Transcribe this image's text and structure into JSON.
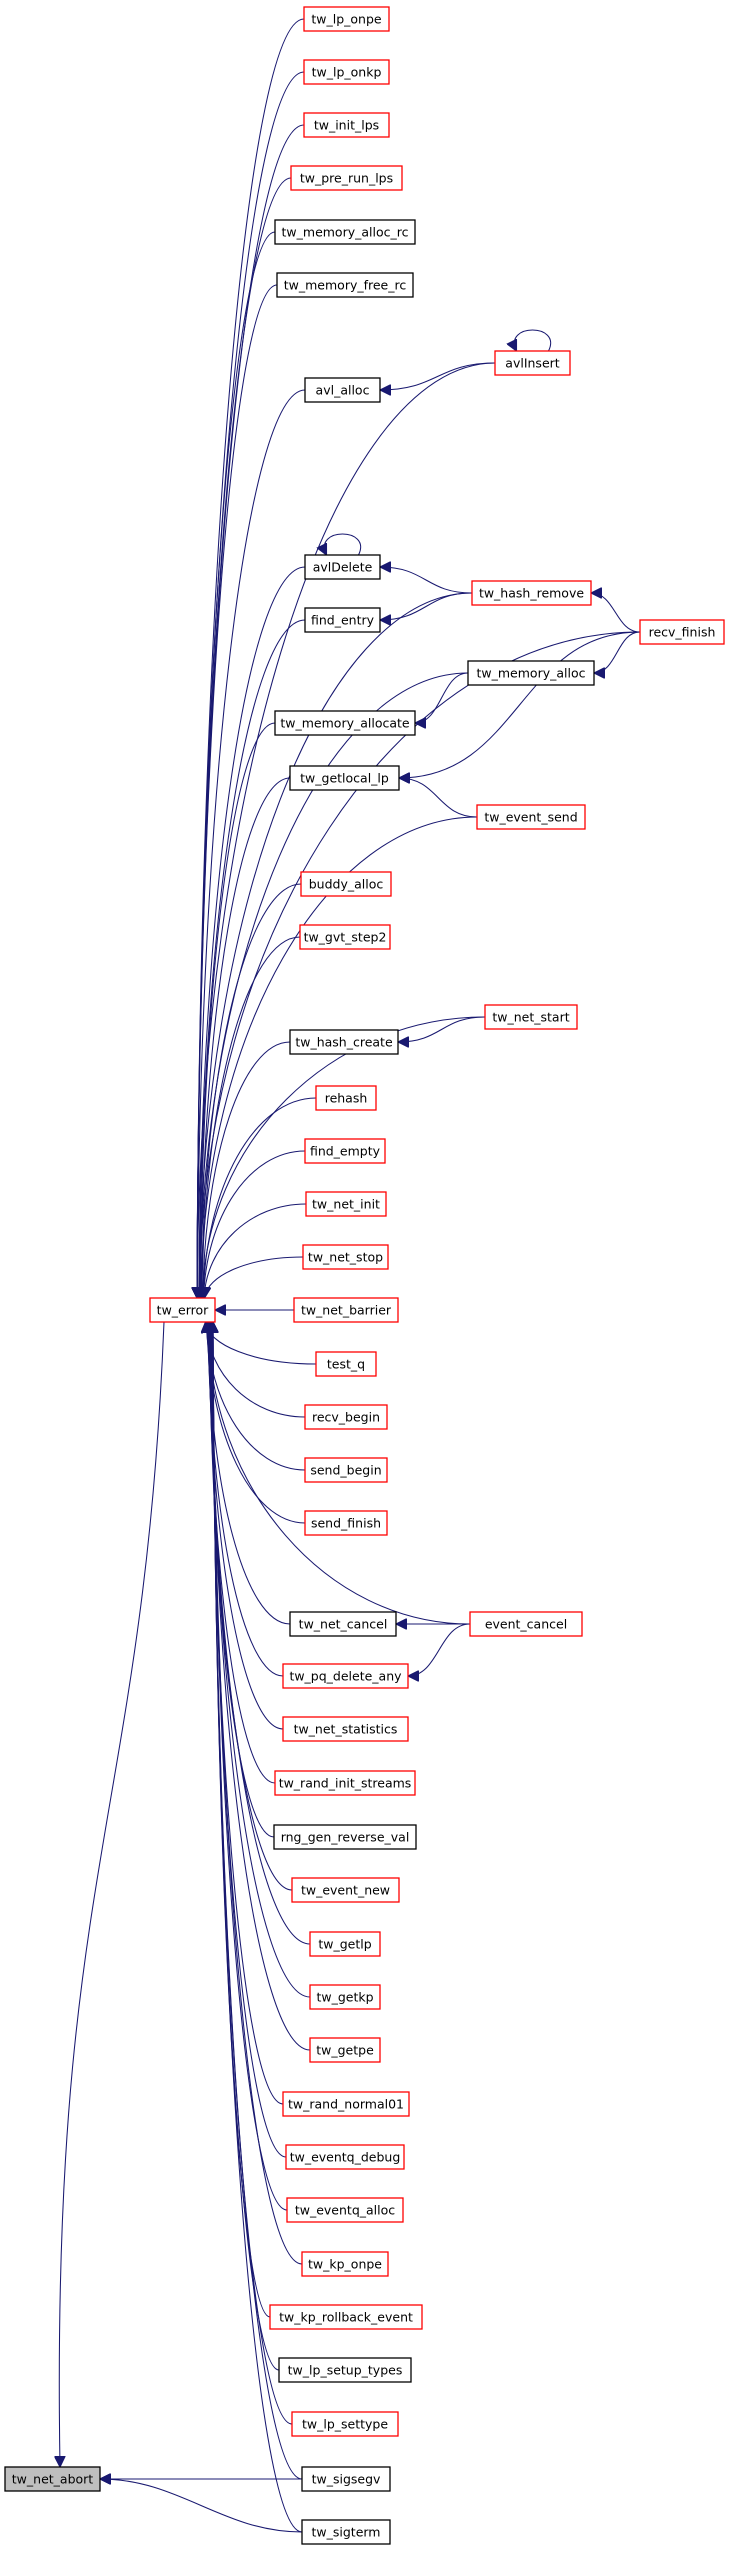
{
  "colors": {
    "edge": "#191970",
    "documented_border": "#000000",
    "undocumented_border": "#ff0000",
    "root_fill": "#bfbfbf",
    "node_fill": "#ffffff"
  },
  "graph": {
    "nodes": [
      {
        "id": "tw_lp_onpe",
        "label": "tw_lp_onpe",
        "style": "red"
      },
      {
        "id": "tw_lp_onkp",
        "label": "tw_lp_onkp",
        "style": "red"
      },
      {
        "id": "tw_init_lps",
        "label": "tw_init_lps",
        "style": "red"
      },
      {
        "id": "tw_pre_run_lps",
        "label": "tw_pre_run_lps",
        "style": "red"
      },
      {
        "id": "tw_memory_alloc_rc",
        "label": "tw_memory_alloc_rc",
        "style": "black"
      },
      {
        "id": "tw_memory_free_rc",
        "label": "tw_memory_free_rc",
        "style": "black"
      },
      {
        "id": "avlInsert",
        "label": "avlInsert",
        "style": "red"
      },
      {
        "id": "avl_alloc",
        "label": "avl_alloc",
        "style": "black"
      },
      {
        "id": "avlDelete",
        "label": "avlDelete",
        "style": "black"
      },
      {
        "id": "tw_hash_remove",
        "label": "tw_hash_remove",
        "style": "red"
      },
      {
        "id": "recv_finish",
        "label": "recv_finish",
        "style": "red"
      },
      {
        "id": "find_entry",
        "label": "find_entry",
        "style": "black"
      },
      {
        "id": "tw_memory_alloc",
        "label": "tw_memory_alloc",
        "style": "black"
      },
      {
        "id": "tw_memory_allocate",
        "label": "tw_memory_allocate",
        "style": "black"
      },
      {
        "id": "tw_getlocal_lp",
        "label": "tw_getlocal_lp",
        "style": "black"
      },
      {
        "id": "tw_event_send",
        "label": "tw_event_send",
        "style": "red"
      },
      {
        "id": "buddy_alloc",
        "label": "buddy_alloc",
        "style": "red"
      },
      {
        "id": "tw_gvt_step2",
        "label": "tw_gvt_step2",
        "style": "red"
      },
      {
        "id": "tw_net_start",
        "label": "tw_net_start",
        "style": "red"
      },
      {
        "id": "tw_hash_create",
        "label": "tw_hash_create",
        "style": "black"
      },
      {
        "id": "rehash",
        "label": "rehash",
        "style": "red"
      },
      {
        "id": "find_empty",
        "label": "find_empty",
        "style": "red"
      },
      {
        "id": "tw_net_init",
        "label": "tw_net_init",
        "style": "red"
      },
      {
        "id": "tw_net_stop",
        "label": "tw_net_stop",
        "style": "red"
      },
      {
        "id": "tw_error",
        "label": "tw_error",
        "style": "red"
      },
      {
        "id": "tw_net_barrier",
        "label": "tw_net_barrier",
        "style": "red"
      },
      {
        "id": "test_q",
        "label": "test_q",
        "style": "red"
      },
      {
        "id": "recv_begin",
        "label": "recv_begin",
        "style": "red"
      },
      {
        "id": "send_begin",
        "label": "send_begin",
        "style": "red"
      },
      {
        "id": "send_finish",
        "label": "send_finish",
        "style": "red"
      },
      {
        "id": "tw_net_cancel",
        "label": "tw_net_cancel",
        "style": "black"
      },
      {
        "id": "event_cancel",
        "label": "event_cancel",
        "style": "red"
      },
      {
        "id": "tw_pq_delete_any",
        "label": "tw_pq_delete_any",
        "style": "red"
      },
      {
        "id": "tw_net_statistics",
        "label": "tw_net_statistics",
        "style": "red"
      },
      {
        "id": "tw_rand_init_streams",
        "label": "tw_rand_init_streams",
        "style": "red"
      },
      {
        "id": "rng_gen_reverse_val",
        "label": "rng_gen_reverse_val",
        "style": "black"
      },
      {
        "id": "tw_event_new",
        "label": "tw_event_new",
        "style": "red"
      },
      {
        "id": "tw_getlp",
        "label": "tw_getlp",
        "style": "red"
      },
      {
        "id": "tw_getkp",
        "label": "tw_getkp",
        "style": "red"
      },
      {
        "id": "tw_getpe",
        "label": "tw_getpe",
        "style": "red"
      },
      {
        "id": "tw_rand_normal01",
        "label": "tw_rand_normal01",
        "style": "red"
      },
      {
        "id": "tw_eventq_debug",
        "label": "tw_eventq_debug",
        "style": "red"
      },
      {
        "id": "tw_eventq_alloc",
        "label": "tw_eventq_alloc",
        "style": "red"
      },
      {
        "id": "tw_kp_onpe",
        "label": "tw_kp_onpe",
        "style": "red"
      },
      {
        "id": "tw_kp_rollback_event",
        "label": "tw_kp_rollback_event",
        "style": "red"
      },
      {
        "id": "tw_lp_setup_types",
        "label": "tw_lp_setup_types",
        "style": "black"
      },
      {
        "id": "tw_lp_settype",
        "label": "tw_lp_settype",
        "style": "red"
      },
      {
        "id": "tw_net_abort",
        "label": "tw_net_abort",
        "style": "root"
      },
      {
        "id": "tw_sigsegv",
        "label": "tw_sigsegv",
        "style": "black"
      },
      {
        "id": "tw_sigterm",
        "label": "tw_sigterm",
        "style": "black"
      }
    ],
    "edges": [
      {
        "from": "tw_lp_onpe",
        "to": "tw_error"
      },
      {
        "from": "tw_lp_onkp",
        "to": "tw_error"
      },
      {
        "from": "tw_init_lps",
        "to": "tw_error"
      },
      {
        "from": "tw_pre_run_lps",
        "to": "tw_error"
      },
      {
        "from": "tw_memory_alloc_rc",
        "to": "tw_error"
      },
      {
        "from": "tw_memory_free_rc",
        "to": "tw_error"
      },
      {
        "from": "avlInsert",
        "to": "tw_error"
      },
      {
        "from": "avlInsert",
        "to": "avlInsert"
      },
      {
        "from": "avlInsert",
        "to": "avl_alloc"
      },
      {
        "from": "avl_alloc",
        "to": "tw_error"
      },
      {
        "from": "recv_finish",
        "to": "tw_error"
      },
      {
        "from": "avlDelete",
        "to": "avlDelete"
      },
      {
        "from": "avlDelete",
        "to": "tw_error"
      },
      {
        "from": "tw_hash_remove",
        "to": "tw_error"
      },
      {
        "from": "tw_hash_remove",
        "to": "avlDelete"
      },
      {
        "from": "tw_hash_remove",
        "to": "find_entry"
      },
      {
        "from": "recv_finish",
        "to": "tw_hash_remove"
      },
      {
        "from": "find_entry",
        "to": "tw_error"
      },
      {
        "from": "tw_memory_alloc",
        "to": "tw_error"
      },
      {
        "from": "tw_memory_alloc",
        "to": "tw_memory_allocate"
      },
      {
        "from": "recv_finish",
        "to": "tw_memory_alloc"
      },
      {
        "from": "recv_finish",
        "to": "tw_getlocal_lp"
      },
      {
        "from": "tw_memory_allocate",
        "to": "tw_error"
      },
      {
        "from": "tw_getlocal_lp",
        "to": "tw_error"
      },
      {
        "from": "tw_event_send",
        "to": "tw_error"
      },
      {
        "from": "tw_event_send",
        "to": "tw_getlocal_lp"
      },
      {
        "from": "buddy_alloc",
        "to": "tw_error"
      },
      {
        "from": "tw_gvt_step2",
        "to": "tw_error"
      },
      {
        "from": "tw_net_start",
        "to": "tw_error"
      },
      {
        "from": "tw_net_start",
        "to": "tw_hash_create"
      },
      {
        "from": "tw_hash_create",
        "to": "tw_error"
      },
      {
        "from": "rehash",
        "to": "tw_error"
      },
      {
        "from": "find_empty",
        "to": "tw_error"
      },
      {
        "from": "tw_net_init",
        "to": "tw_error"
      },
      {
        "from": "tw_net_stop",
        "to": "tw_error"
      },
      {
        "from": "tw_net_barrier",
        "to": "tw_error"
      },
      {
        "from": "test_q",
        "to": "tw_error"
      },
      {
        "from": "recv_begin",
        "to": "tw_error"
      },
      {
        "from": "send_begin",
        "to": "tw_error"
      },
      {
        "from": "send_finish",
        "to": "tw_error"
      },
      {
        "from": "event_cancel",
        "to": "tw_error"
      },
      {
        "from": "tw_net_cancel",
        "to": "tw_error"
      },
      {
        "from": "event_cancel",
        "to": "tw_net_cancel"
      },
      {
        "from": "event_cancel",
        "to": "tw_pq_delete_any"
      },
      {
        "from": "tw_pq_delete_any",
        "to": "tw_error"
      },
      {
        "from": "tw_net_statistics",
        "to": "tw_error"
      },
      {
        "from": "tw_rand_init_streams",
        "to": "tw_error"
      },
      {
        "from": "rng_gen_reverse_val",
        "to": "tw_error"
      },
      {
        "from": "tw_event_new",
        "to": "tw_error"
      },
      {
        "from": "tw_getlp",
        "to": "tw_error"
      },
      {
        "from": "tw_getkp",
        "to": "tw_error"
      },
      {
        "from": "tw_getpe",
        "to": "tw_error"
      },
      {
        "from": "tw_rand_normal01",
        "to": "tw_error"
      },
      {
        "from": "tw_eventq_debug",
        "to": "tw_error"
      },
      {
        "from": "tw_eventq_alloc",
        "to": "tw_error"
      },
      {
        "from": "tw_kp_onpe",
        "to": "tw_error"
      },
      {
        "from": "tw_kp_rollback_event",
        "to": "tw_error"
      },
      {
        "from": "tw_lp_setup_types",
        "to": "tw_error"
      },
      {
        "from": "tw_lp_settype",
        "to": "tw_error"
      },
      {
        "from": "tw_sigsegv",
        "to": "tw_error"
      },
      {
        "from": "tw_sigterm",
        "to": "tw_error"
      },
      {
        "from": "tw_error",
        "to": "tw_net_abort"
      },
      {
        "from": "tw_sigsegv",
        "to": "tw_net_abort"
      },
      {
        "from": "tw_sigterm",
        "to": "tw_net_abort"
      }
    ]
  }
}
